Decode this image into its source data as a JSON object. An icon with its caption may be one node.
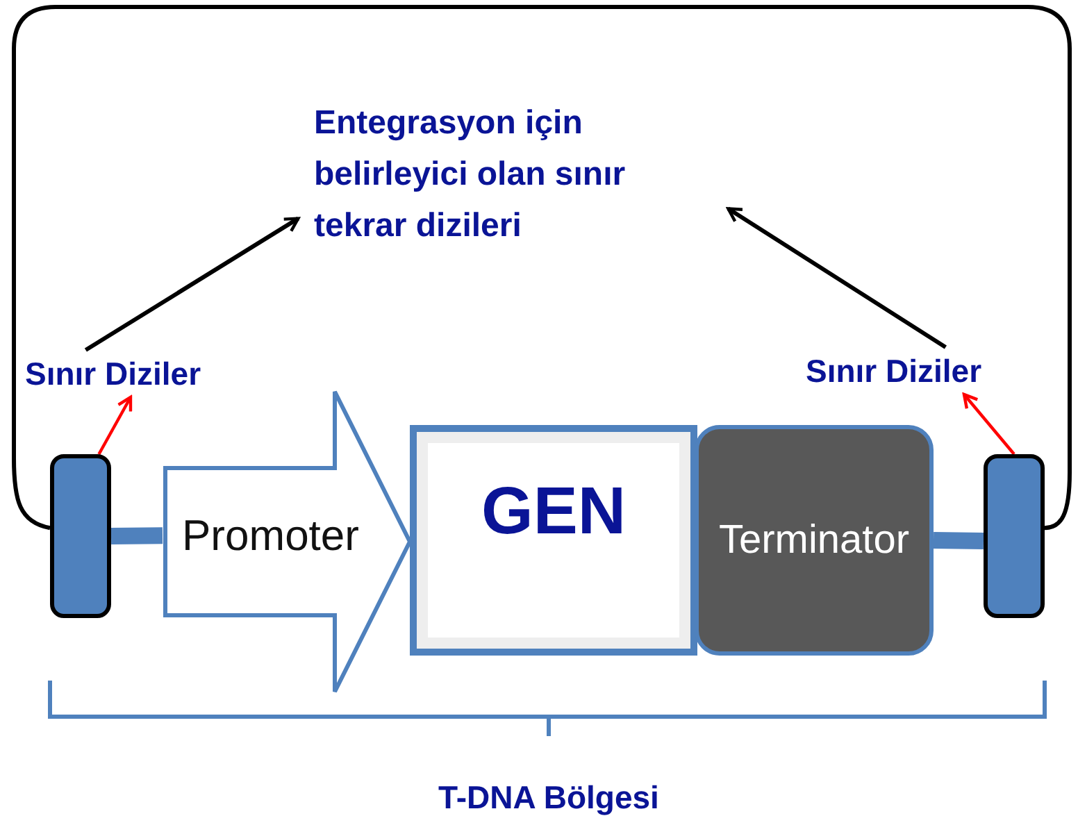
{
  "diagram": {
    "nodes": [
      {
        "text": [
          "Entegrasyon için belirleyici olan sınır tekrar dizileri"
        ]
      },
      {
        "text": [
          "Sınır Diziler"
        ]
      },
      {
        "text": [
          "Sınır Diziler"
        ]
      },
      {
        "text": [],
        "shape": "box"
      },
      {
        "text": [
          "Promoter"
        ]
      },
      {
        "text": [
          "GEN"
        ]
      },
      {
        "text": [
          "Terminator"
        ]
      },
      {
        "text": [],
        "shape": "box"
      }
    ],
    "edges": [
      {
        "from": 1,
        "to": 0,
        "arrow": "to",
        "color": "#000000"
      },
      {
        "from": 2,
        "to": 0,
        "arrow": "to",
        "color": "#000000"
      },
      {
        "from": 3,
        "to": 1,
        "arrow": "to",
        "color": "#ff0000"
      },
      {
        "from": 7,
        "to": 2,
        "arrow": "to",
        "color": "#ff0000"
      },
      {
        "from": 3,
        "to": 4,
        "arrow": "none",
        "style": "thick",
        "color": "#4f81bd"
      },
      {
        "from": 6,
        "to": 7,
        "arrow": "none",
        "style": "thick",
        "color": "#4f81bd"
      },
      {
        "from": 3,
        "to": 7,
        "arrow": "none",
        "color": "#000000"
      }
    ],
    "labels": [
      "T-DNA Bölgesi"
    ]
  }
}
